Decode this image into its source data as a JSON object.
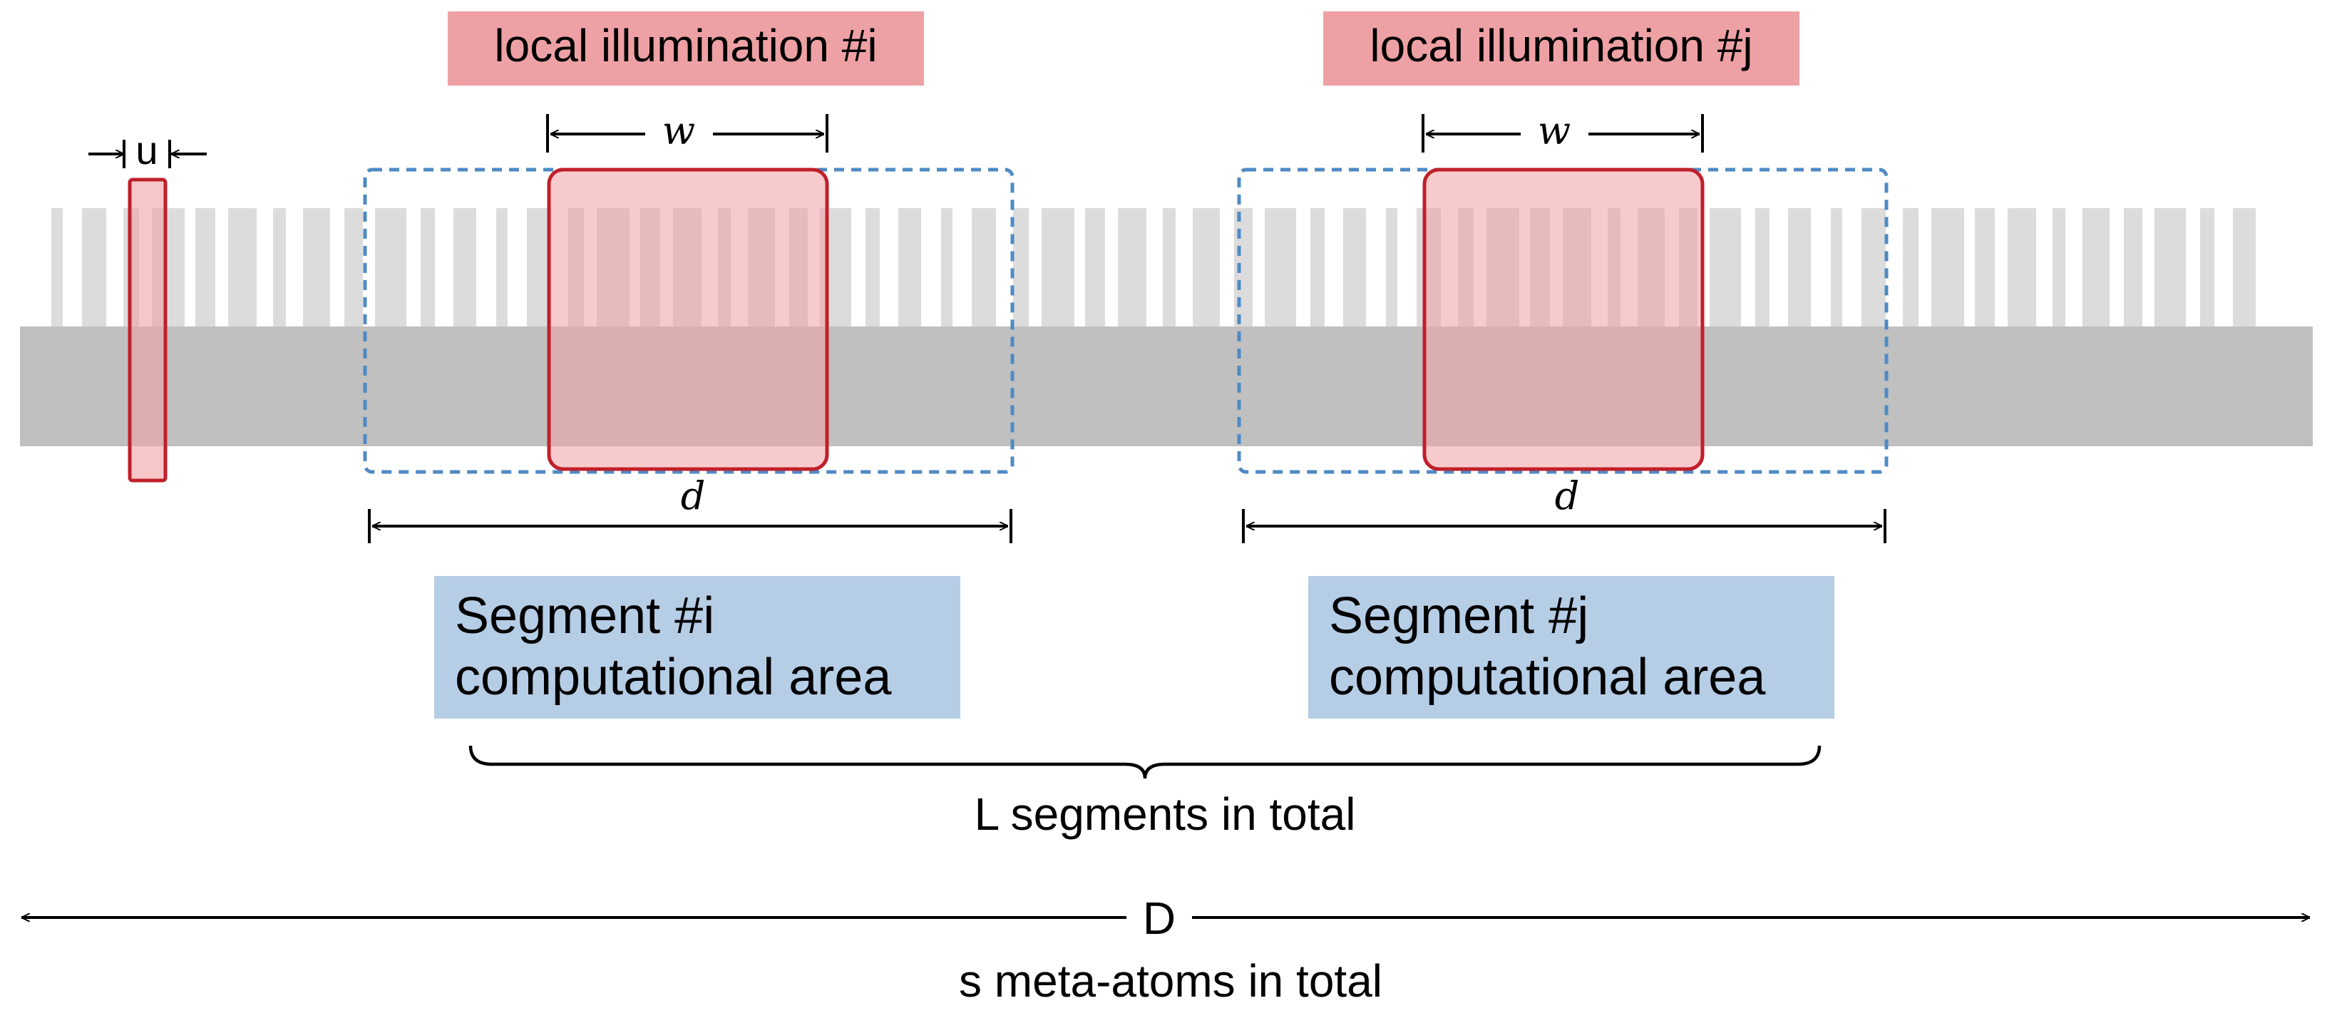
{
  "labels": {
    "illum_i": "local illumination #i",
    "illum_j": "local illumination #j",
    "unit": "u",
    "width_i": "w",
    "width_j": "w",
    "seg_len_i": "d",
    "seg_len_j": "d",
    "segment_i_line1": "Segment #i",
    "segment_i_line2": "computational area",
    "segment_j_line1": "Segment #j",
    "segment_j_line2": "computational area",
    "segments_total": "L segments in total",
    "total_length": "D",
    "atoms_total": "s meta-atoms in total"
  },
  "colors": {
    "substrate": "#c0c0c0",
    "pillars": "#dcdcdd",
    "illumination_fill": "#f0a0a4",
    "illumination_stroke": "#c0202a",
    "illumination_label_bg": "#eea1a4",
    "segment_label_bg": "#b6cde6",
    "dashed_box": "#4f8ac4",
    "arrows": "#000000"
  }
}
